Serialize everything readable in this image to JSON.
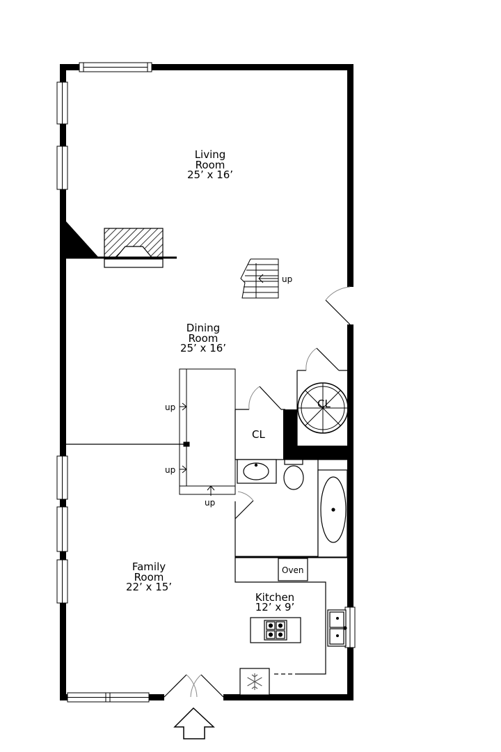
{
  "rooms": {
    "living": {
      "name": "Living",
      "name2": "Room",
      "dims": "25’ x 16’"
    },
    "dining": {
      "name": "Dining",
      "name2": "Room",
      "dims": "25’ x 16’"
    },
    "family": {
      "name": "Family",
      "name2": "Room",
      "dims": "22’ x 15’"
    },
    "kitchen": {
      "name": "Kitchen",
      "dims": "12’ x 9’"
    }
  },
  "labels": {
    "closet_1": "CL",
    "closet_2": "CL",
    "oven": "Oven",
    "up": "up"
  },
  "icons": {
    "entrance": "arrow-up-icon",
    "fridge": "snowflake-icon",
    "cooktop": "burner-icon"
  },
  "colors": {
    "wall": "#000000",
    "background": "#ffffff",
    "door_arc": "#888888"
  }
}
